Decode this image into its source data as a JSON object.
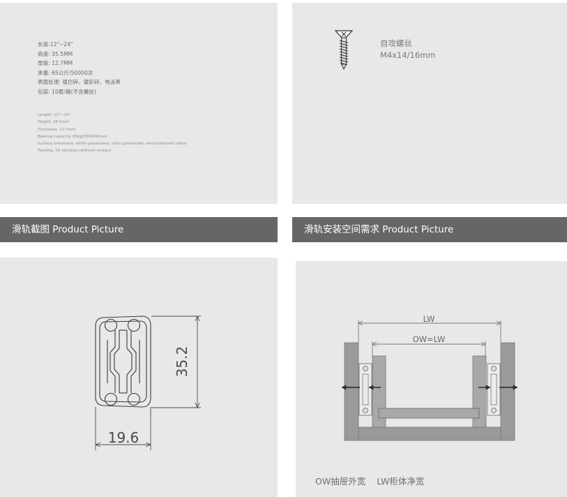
{
  "spec_cn": [
    "长度:12\"~24\"",
    "高度: 35.5MM",
    "厚度: 12.7MM",
    "承重: 65公斤/50000次",
    "表面处理: 镀白锌，镀彩锌，电泳黑",
    "包装: 10套/箱(不含螺丝)"
  ],
  "spec_en": [
    "Length: 12\"~24\"",
    "Height: 35.5mm",
    "Thickness: 12.7mm",
    "Bearing capacity: 65kg/50000times",
    "Surface treatment: white galvanized, color galvanized, electrophoretic black",
    "Packing: 10 sets/box (without screws)"
  ],
  "screw": {
    "icon": "screw-icon",
    "name": "自攻螺丝",
    "size": "M4x14/16mm"
  },
  "sections": {
    "left_title": "滑轨截图 Product Picture",
    "right_title": "滑轨安装空间需求 Product Picture"
  },
  "cross_section": {
    "height_dim": "35.2",
    "width_dim": "19.6"
  },
  "install": {
    "lw_label": "LW",
    "ow_label": "OW=LW",
    "legend_ow": "OW抽屉外宽",
    "legend_lw": "LW柜体净宽"
  },
  "colors": {
    "panel": "#e8e8e8",
    "header_bar": "#666666",
    "header_text": "#ffffff",
    "wood": "#9a9a9a",
    "rail": "#ececec"
  }
}
